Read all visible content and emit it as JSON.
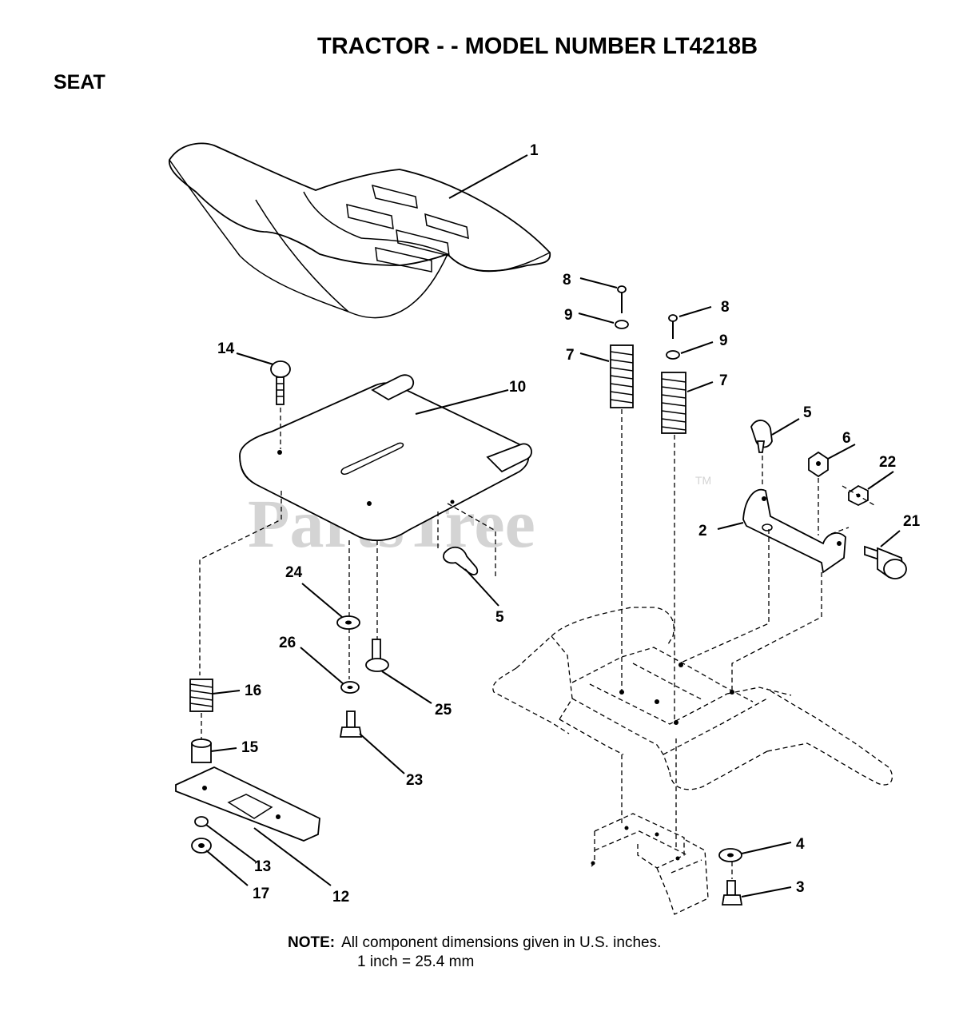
{
  "header": {
    "title": "TRACTOR - - MODEL NUMBER LT4218B",
    "section": "SEAT"
  },
  "watermark": {
    "text": "PartsTree",
    "trademark": "TM"
  },
  "callouts": [
    "1",
    "8",
    "9",
    "7",
    "8",
    "9",
    "7",
    "14",
    "10",
    "5",
    "6",
    "22",
    "2",
    "21",
    "24",
    "5",
    "26",
    "25",
    "16",
    "15",
    "23",
    "13",
    "17",
    "12",
    "4",
    "3"
  ],
  "note": {
    "label": "NOTE:",
    "line1": "All component  dimensions given in U.S. inches.",
    "line2": "1 inch = 25.4 mm"
  }
}
